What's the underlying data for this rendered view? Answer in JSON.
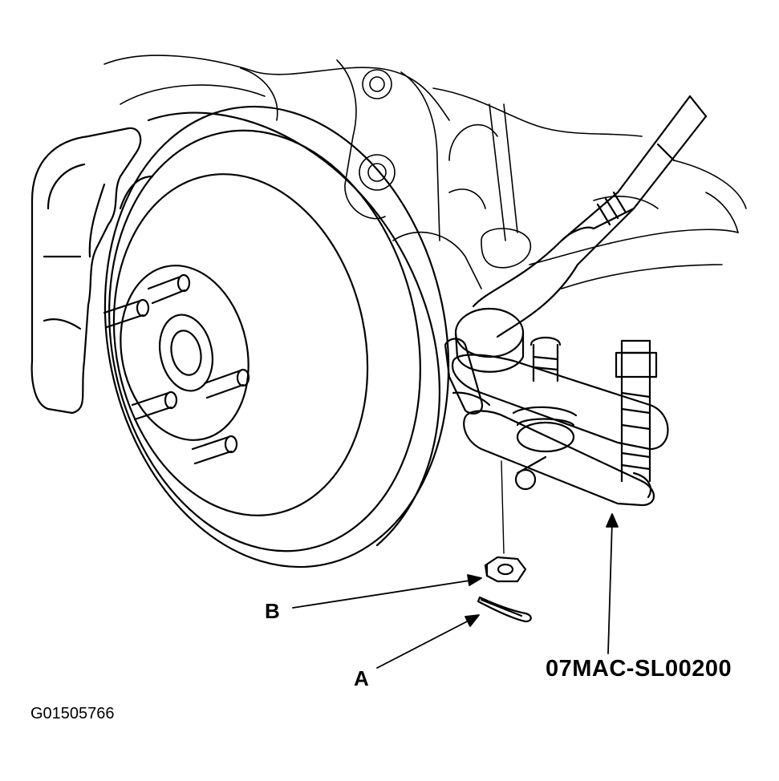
{
  "figure": {
    "id": "G01505766"
  },
  "callouts": {
    "a": "A",
    "b": "B",
    "tool": "07MAC-SL00200"
  },
  "colors": {
    "ink": "#000000",
    "paper": "#ffffff"
  }
}
